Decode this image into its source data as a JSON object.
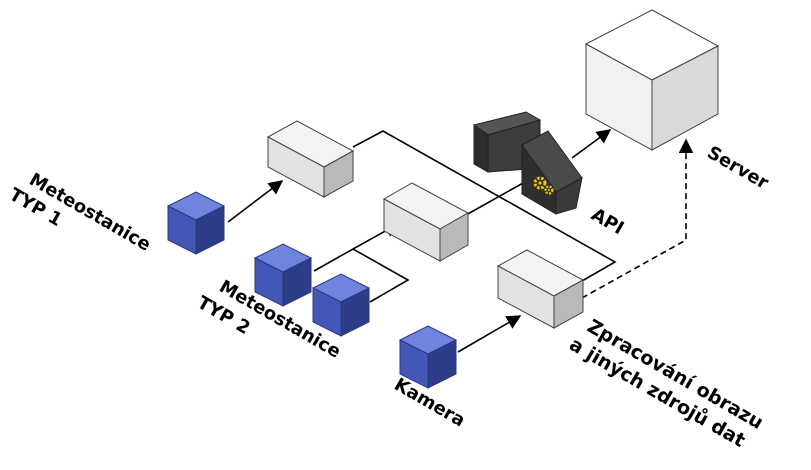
{
  "labels": {
    "meteo1_line1": "Meteostanice",
    "meteo1_line2": "TYP 1",
    "meteo2_line1": "Meteostanice",
    "meteo2_line2": "TYP 2",
    "camera": "Kamera",
    "api": "API",
    "server": "Server",
    "processing_line1": "Zpracování obrazu",
    "processing_line2": "a jiných zdrojů dat"
  },
  "icons": {
    "gear": "gear-icon"
  },
  "colors": {
    "sensor_top": "#6f84dc",
    "sensor_front": "#4357b7",
    "sensor_side": "#2d3d8a",
    "box_top": "#f3f3f3",
    "box_front": "#e2e2e2",
    "box_side": "#b9b9b9",
    "api_dark": "#3c3c3c",
    "gear": "#f5c400"
  }
}
